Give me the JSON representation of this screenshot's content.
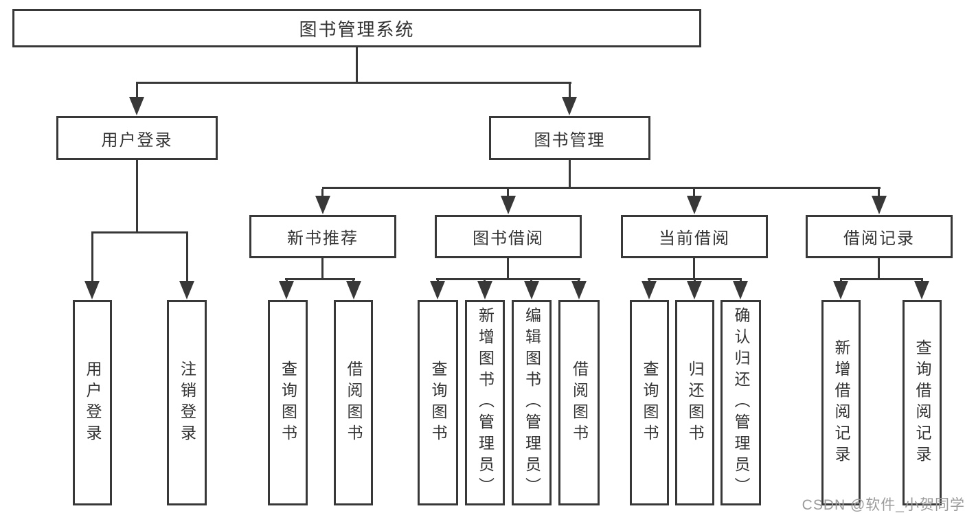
{
  "tree": {
    "root": {
      "label": "图书管理系统"
    },
    "branches": [
      {
        "label": "用户登录",
        "children": [
          {
            "label": "用户登录"
          },
          {
            "label": "注销登录"
          }
        ]
      },
      {
        "label": "图书管理",
        "children": [
          {
            "label": "新书推荐",
            "children": [
              {
                "label": "查询图书"
              },
              {
                "label": "借阅图书"
              }
            ]
          },
          {
            "label": "图书借阅",
            "children": [
              {
                "label": "查询图书"
              },
              {
                "label": "新增图书（管理员）"
              },
              {
                "label": "编辑图书（管理员）"
              },
              {
                "label": "借阅图书"
              }
            ]
          },
          {
            "label": "当前借阅",
            "children": [
              {
                "label": "查询图书"
              },
              {
                "label": "归还图书"
              },
              {
                "label": "确认归还（管理员）"
              }
            ]
          },
          {
            "label": "借阅记录",
            "children": [
              {
                "label": "新增借阅记录"
              },
              {
                "label": "查询借阅记录"
              }
            ]
          }
        ]
      }
    ]
  },
  "watermark": {
    "text": "CSDN @软件_小贺同学"
  },
  "colors": {
    "line": "#383838",
    "box_border": "#383838",
    "text": "#333333",
    "watermark_color": "#9b9b9b",
    "background": "#ffffff"
  }
}
